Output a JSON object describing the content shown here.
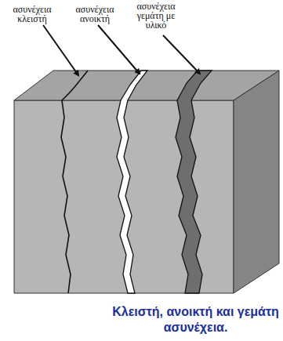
{
  "diagram": {
    "caption": "Κλειστή, ανοικτή και γεμάτη ασυνέχεια.",
    "labels": [
      "ασυνέχεια κλειστή",
      "ασυνέχεια ανοικτή",
      "ασυνέχεια γεμάτη με υλικό"
    ]
  }
}
